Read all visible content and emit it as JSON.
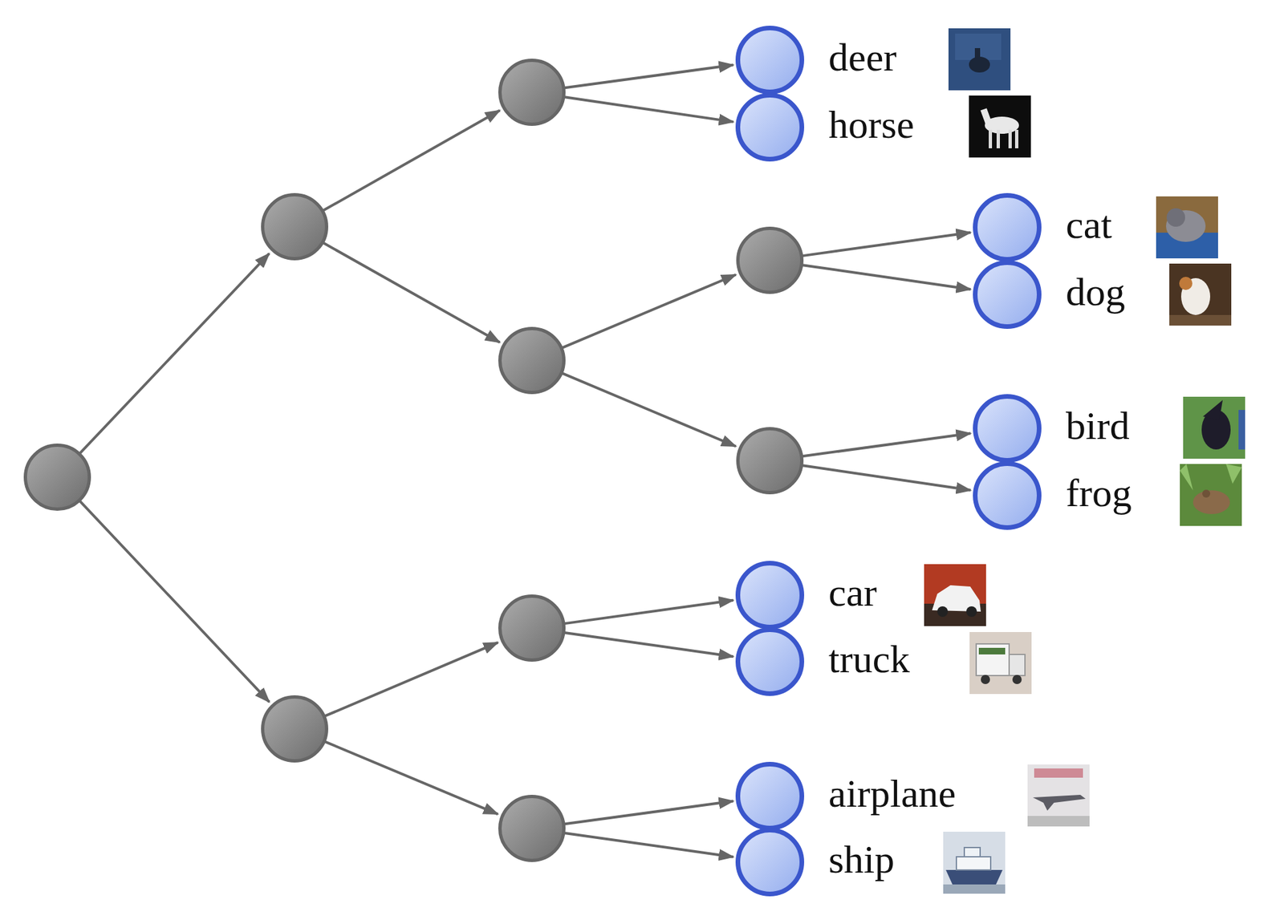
{
  "diagram": {
    "nodes": [
      {
        "text": []
      },
      {
        "text": []
      },
      {
        "text": []
      },
      {
        "text": [
          "deer"
        ]
      },
      {
        "text": [
          "horse"
        ]
      },
      {
        "text": []
      },
      {
        "text": []
      },
      {
        "text": [
          "cat"
        ]
      },
      {
        "text": [
          "dog"
        ]
      },
      {
        "text": []
      },
      {
        "text": [
          "bird"
        ]
      },
      {
        "text": [
          "frog"
        ]
      },
      {
        "text": []
      },
      {
        "text": []
      },
      {
        "text": [
          "car"
        ]
      },
      {
        "text": [
          "truck"
        ]
      },
      {
        "text": []
      },
      {
        "text": [
          "airplane"
        ]
      },
      {
        "text": [
          "ship"
        ]
      }
    ],
    "edges": [
      {
        "from": 0,
        "to": 1,
        "arrow": "to"
      },
      {
        "from": 0,
        "to": 12,
        "arrow": "to"
      },
      {
        "from": 1,
        "to": 2,
        "arrow": "to"
      },
      {
        "from": 1,
        "to": 5,
        "arrow": "to"
      },
      {
        "from": 2,
        "to": 3,
        "arrow": "to"
      },
      {
        "from": 2,
        "to": 4,
        "arrow": "to"
      },
      {
        "from": 5,
        "to": 6,
        "arrow": "to"
      },
      {
        "from": 5,
        "to": 9,
        "arrow": "to"
      },
      {
        "from": 6,
        "to": 7,
        "arrow": "to"
      },
      {
        "from": 6,
        "to": 8,
        "arrow": "to"
      },
      {
        "from": 9,
        "to": 10,
        "arrow": "to"
      },
      {
        "from": 9,
        "to": 11,
        "arrow": "to"
      },
      {
        "from": 12,
        "to": 13,
        "arrow": "to"
      },
      {
        "from": 12,
        "to": 16,
        "arrow": "to"
      },
      {
        "from": 13,
        "to": 14,
        "arrow": "to"
      },
      {
        "from": 13,
        "to": 15,
        "arrow": "to"
      },
      {
        "from": 16,
        "to": 17,
        "arrow": "to"
      },
      {
        "from": 16,
        "to": 18,
        "arrow": "to"
      }
    ]
  }
}
